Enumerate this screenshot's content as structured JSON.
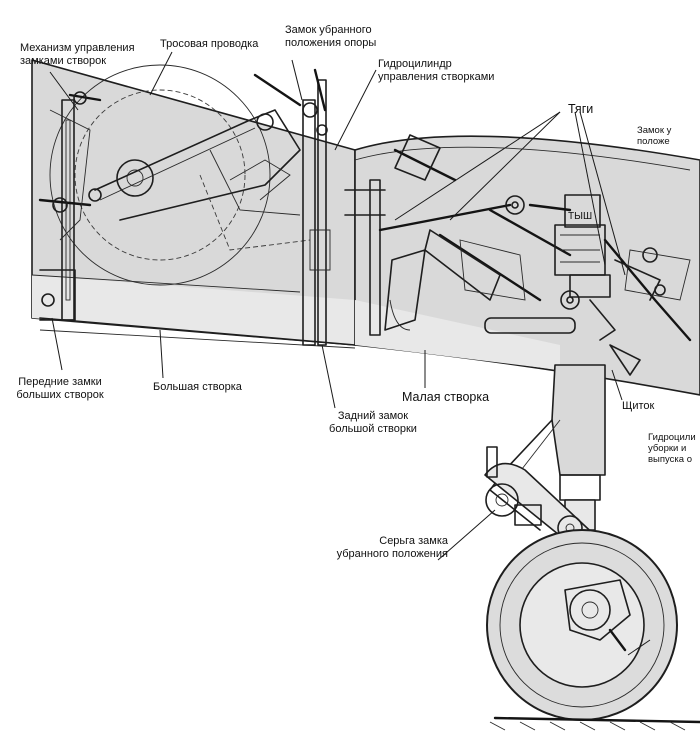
{
  "labels": {
    "door_lock_mechanism": "Механизм управления\nзамками створок",
    "cable_wiring": "Тросовая проводка",
    "retracted_lock": "Замок убранного\nположения опоры",
    "door_cylinder": "Гидроцилиндр\nуправления створками",
    "rods": "Тяги",
    "right_lock": "Замок у\nположе",
    "front_locks": "Передние замки\nбольших створок",
    "big_door": "Большая створка",
    "small_door": "Малая створка",
    "rear_lock": "Задний замок\nбольшой створки",
    "shield": "Щиток",
    "retract_cylinder": "Гидроцили\nуборки и\nвыпуска о",
    "earring": "Серьга замка\nубранного положения",
    "part_stamp": "ТЫШ"
  }
}
